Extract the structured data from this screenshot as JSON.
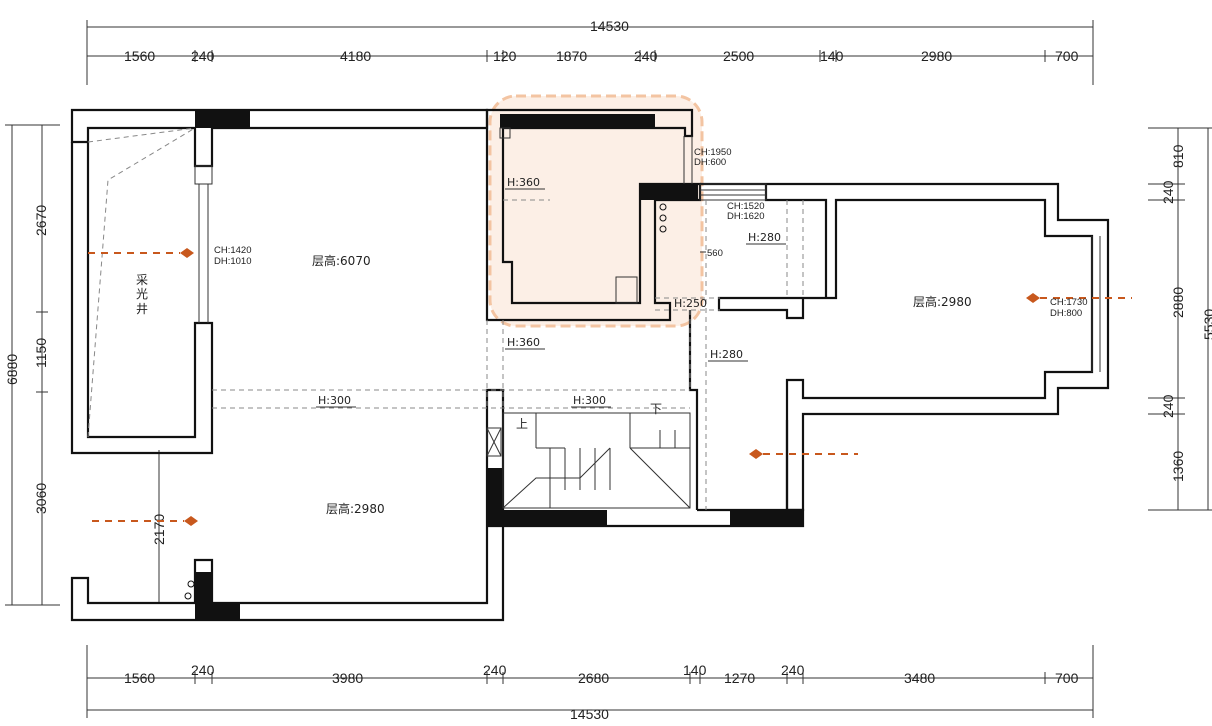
{
  "dimensions": {
    "top_total": "14530",
    "top_segments": [
      "1560",
      "240",
      "4180",
      "120",
      "1870",
      "240",
      "2500",
      "140",
      "2980",
      "700"
    ],
    "bottom_total": "14530",
    "bottom_segments": [
      "1560",
      "240",
      "3980",
      "240",
      "2680",
      "140",
      "1270",
      "240",
      "3480",
      "700"
    ],
    "left_total": "6880",
    "left_segments": [
      "2670",
      "1150",
      "3060"
    ],
    "left_inner": "2170",
    "right_total": "5530",
    "right_segments": [
      "810",
      "240",
      "2880",
      "240",
      "1360"
    ]
  },
  "rooms": {
    "light_well": "采\n光\n井",
    "main_upper": "层高:6070",
    "main_lower": "层高:2980",
    "right_room": "层高:2980"
  },
  "annotations": {
    "window_left_ch": "CH:1420",
    "window_left_dh": "DH:1010",
    "window_top_ch": "CH:1950",
    "window_top_dh": "DH:600",
    "window_mid_ch": "CH:1520",
    "window_mid_dh": "DH:1620",
    "window_right_ch": "CH:1730",
    "window_right_dh": "DH:800",
    "beam_h360_top": "H:360",
    "beam_h360_mid": "H:360",
    "beam_h280_a": "H:280",
    "beam_h280_b": "H:280",
    "beam_h250": "H:250",
    "beam_h300_left": "H:300",
    "beam_h300_right": "H:300",
    "dim_560": "560",
    "stair_up": "上",
    "stair_down": "下"
  },
  "colors": {
    "wall": "#111111",
    "highlight_fill": "#fcefe6",
    "highlight_border": "#f3c4a2",
    "marker": "#c8581d"
  }
}
